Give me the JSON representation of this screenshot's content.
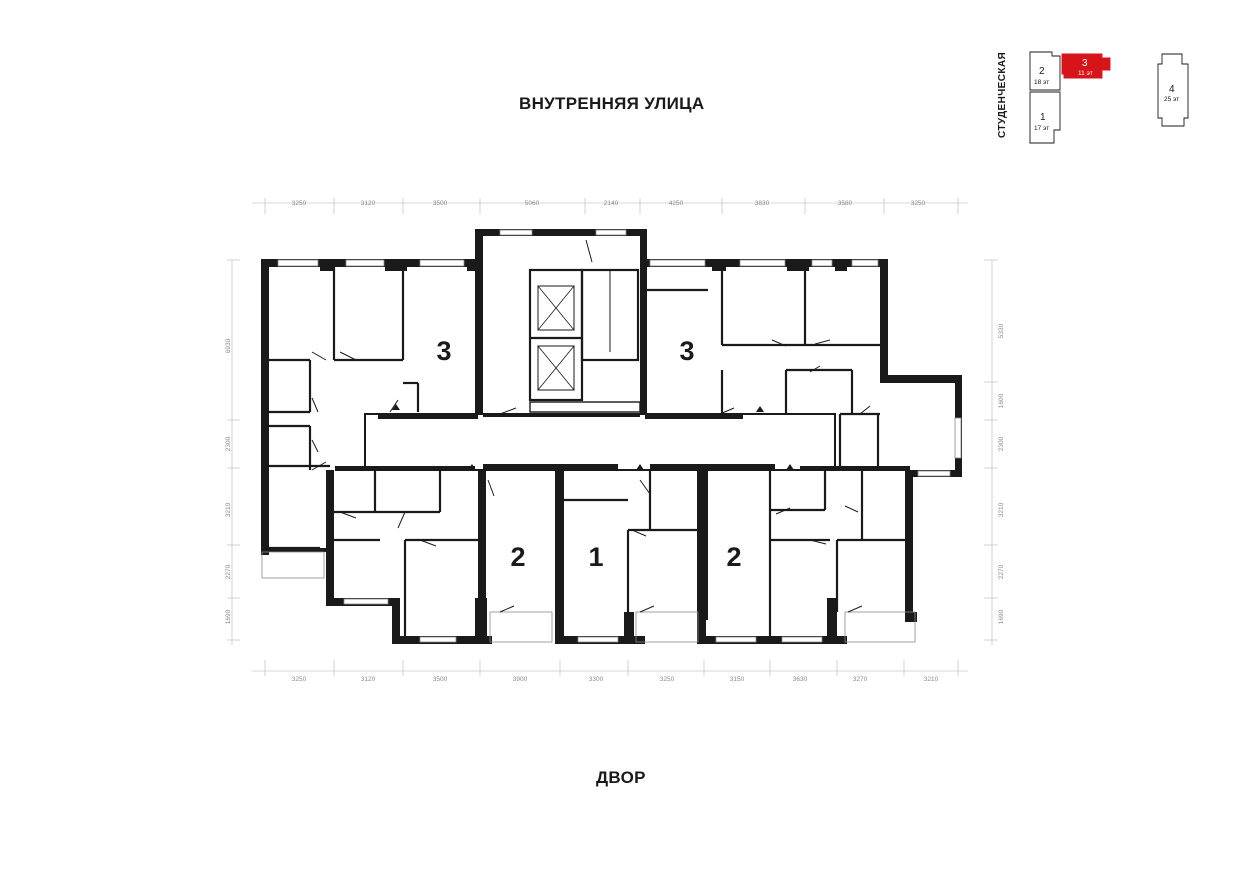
{
  "labels": {
    "top_street": "ВНУТРЕННЯЯ УЛИЦА",
    "bottom_yard": "ДВОР",
    "side_street": "СТУДЕНЧЕСКАЯ"
  },
  "apartments": [
    {
      "rooms": "3"
    },
    {
      "rooms": "3"
    },
    {
      "rooms": "2"
    },
    {
      "rooms": "1"
    },
    {
      "rooms": "2"
    }
  ],
  "dimensions": {
    "top": [
      "3250",
      "3120",
      "3500",
      "5060",
      "2140",
      "4250",
      "3830",
      "3580",
      "3250"
    ],
    "bottom": [
      "3250",
      "3120",
      "3500",
      "3900",
      "3300",
      "3250",
      "3150",
      "3630",
      "3270",
      "3210"
    ],
    "left": [
      "6930",
      "2300",
      "3210",
      "2270",
      "1690"
    ],
    "right": [
      "5330",
      "1600",
      "2300",
      "3210",
      "2270",
      "1690"
    ]
  },
  "site_map": {
    "buildings": [
      {
        "number": "2",
        "floors": "18 эт",
        "highlighted": false
      },
      {
        "number": "3",
        "floors": "11 эт",
        "highlighted": true
      },
      {
        "number": "1",
        "floors": "17 эт",
        "highlighted": false
      },
      {
        "number": "4",
        "floors": "25 эт",
        "highlighted": false
      }
    ],
    "highlight_color": "#d7141a"
  },
  "colors": {
    "wall": "#1a1a1a",
    "dimension": "#9a9a9a"
  }
}
